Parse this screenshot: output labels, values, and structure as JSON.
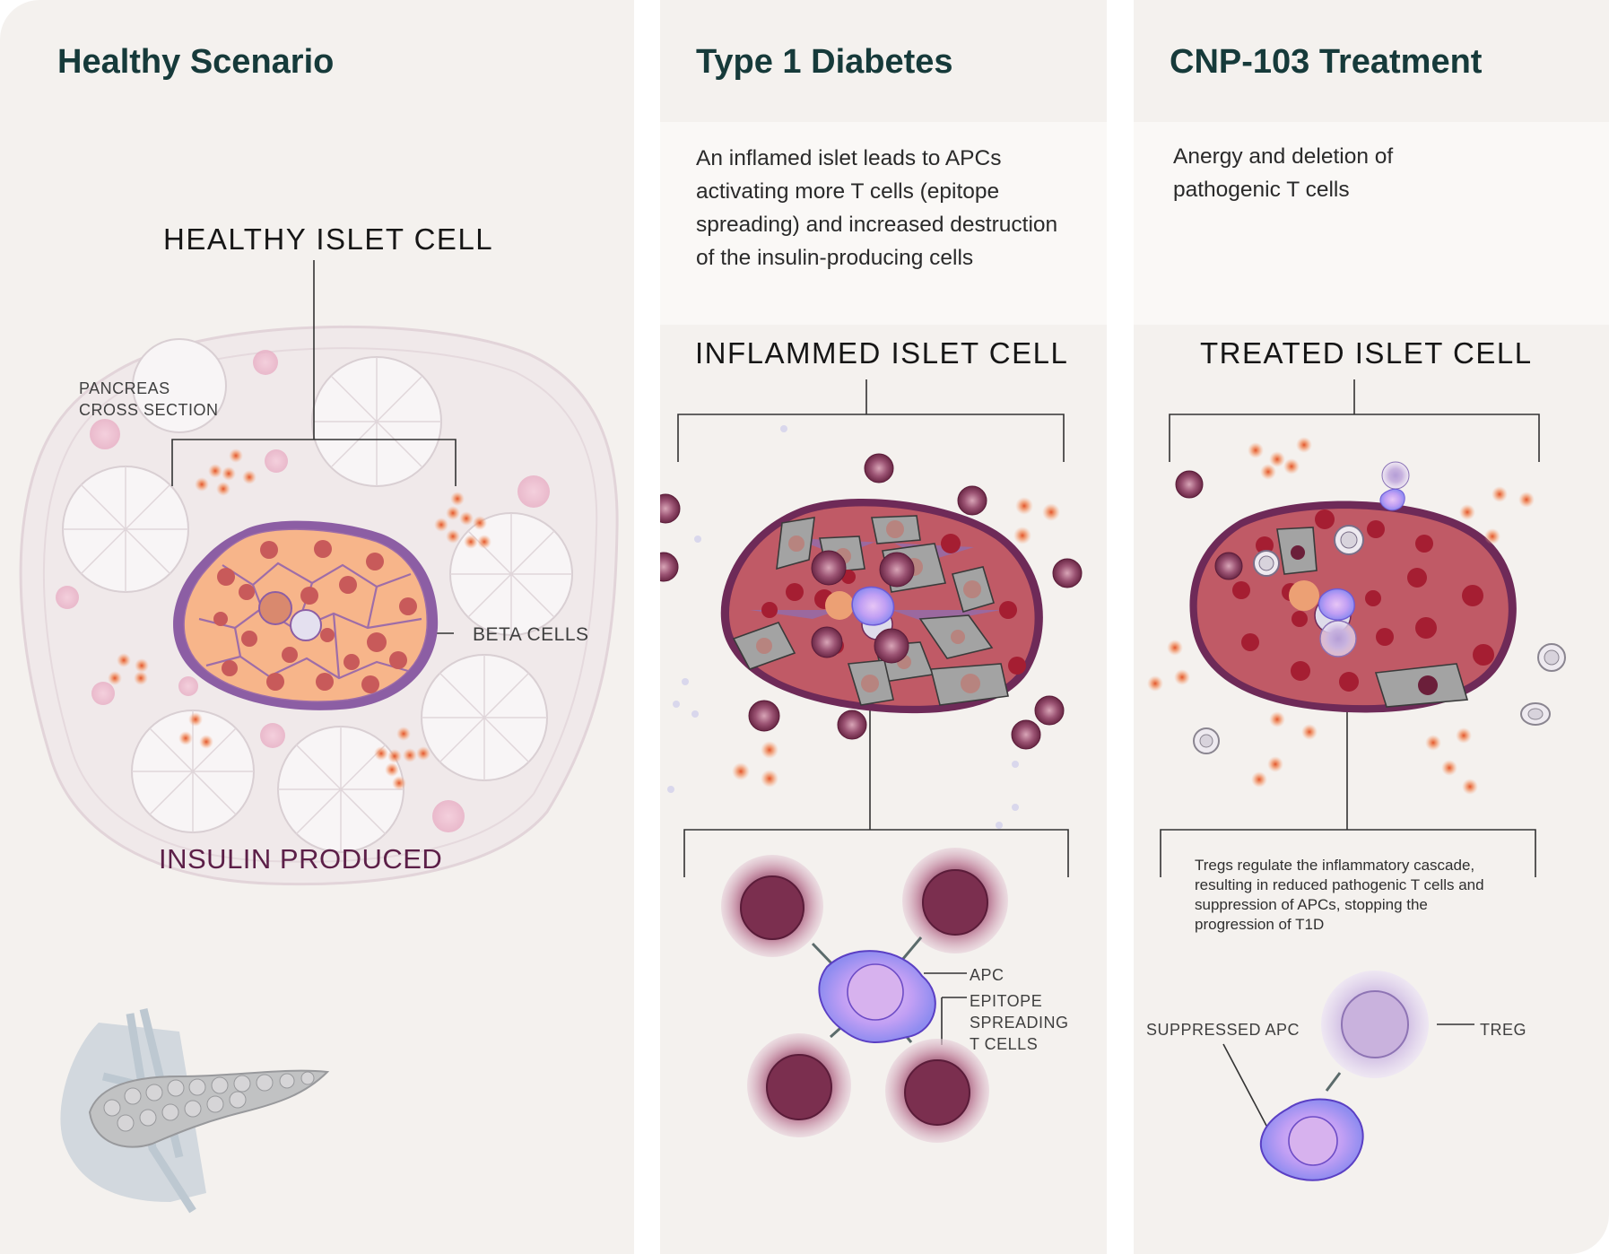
{
  "panels": [
    {
      "title": "Healthy Scenario",
      "main_label": "HEALTHY ISLET CELL",
      "labels": {
        "pancreas": "PANCREAS\nCROSS SECTION",
        "beta": "BETA CELLS",
        "insulin": "INSULIN PRODUCED"
      }
    },
    {
      "title": "Type 1 Diabetes",
      "description": "An inflamed islet leads to APCs activating more T cells (epitope spreading) and increased destruction of the insulin-producing cells",
      "main_label": "INFLAMMED ISLET CELL",
      "labels": {
        "apc": "APC",
        "epitope": "EPITOPE\nSPREADING\nT CELLS"
      }
    },
    {
      "title": "CNP-103 Treatment",
      "description": "Anergy and deletion of pathogenic T cells",
      "main_label": "TREATED ISLET CELL",
      "note": "Tregs regulate the inflammatory cascade, resulting in reduced pathogenic T cells and suppression of APCs, stopping the progression of T1D",
      "labels": {
        "suppressed_apc": "SUPPRESSED APC",
        "treg": "TREG"
      }
    }
  ],
  "colors": {
    "panel_bg": "#f4f1ee",
    "title": "#163a3a",
    "beta_cell": "#f7b58a",
    "islet_red": "#c05a66",
    "t_cell": "#7a3550",
    "apc": "#b98ef2",
    "insulin_text": "#5c1f48"
  }
}
